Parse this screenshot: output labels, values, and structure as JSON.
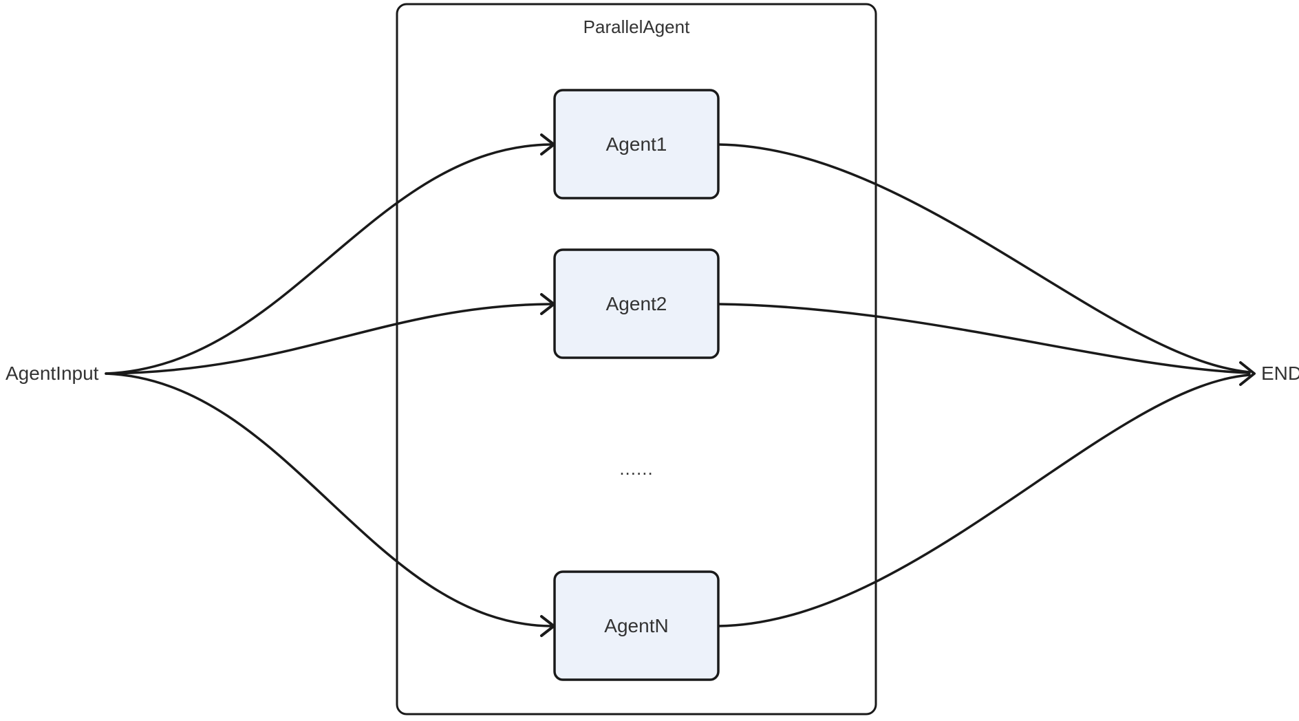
{
  "diagram": {
    "type": "flowchart",
    "direction": "LR",
    "colors": {
      "background": "#ffffff",
      "node_fill": "#edf2fa",
      "node_stroke": "#1a1a1a",
      "edge_stroke": "#1a1a1a",
      "container_stroke": "#1a1a1a",
      "text": "#333333"
    },
    "start": {
      "label": "AgentInput"
    },
    "end": {
      "label": "END"
    },
    "container": {
      "label": "ParallelAgent"
    },
    "nodes": [
      {
        "id": "agent1",
        "label": "Agent1"
      },
      {
        "id": "agent2",
        "label": "Agent2"
      },
      {
        "id": "ellipsis",
        "label": "......"
      },
      {
        "id": "agentN",
        "label": "AgentN"
      }
    ],
    "edges": [
      {
        "from": "AgentInput",
        "to": "Agent1"
      },
      {
        "from": "AgentInput",
        "to": "Agent2"
      },
      {
        "from": "AgentInput",
        "to": "AgentN"
      },
      {
        "from": "Agent1",
        "to": "END"
      },
      {
        "from": "Agent2",
        "to": "END"
      },
      {
        "from": "AgentN",
        "to": "END"
      }
    ]
  }
}
